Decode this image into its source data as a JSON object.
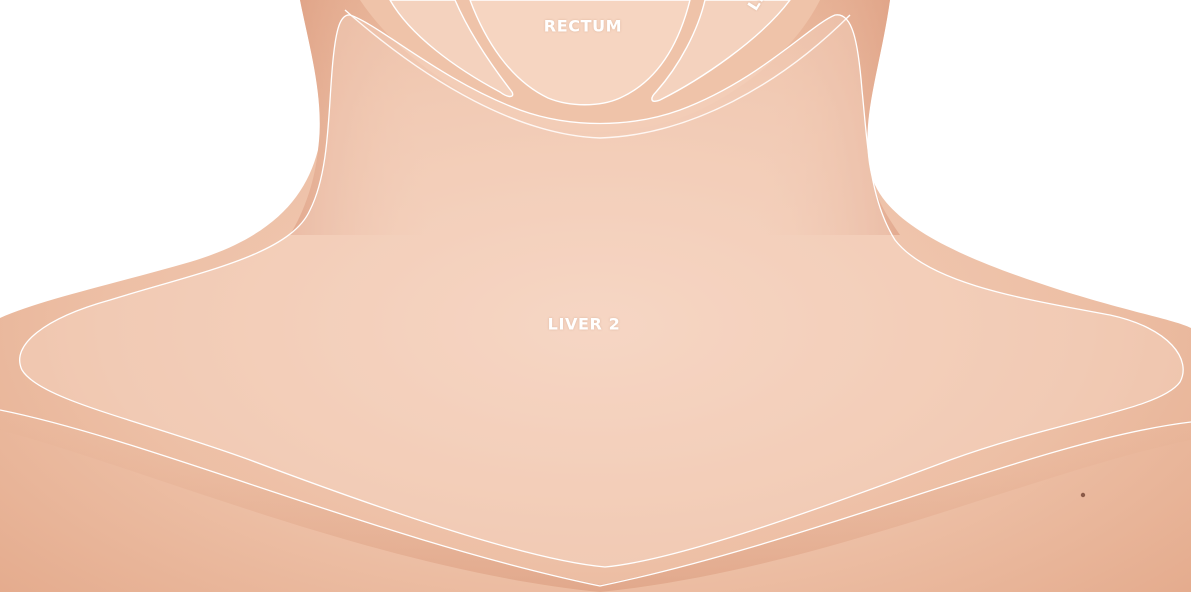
{
  "zones": {
    "rectum_label": "RECTUM",
    "liver_2_label": "LIVER 2",
    "left_fragment_label": "",
    "right_fragment_label": "LI"
  },
  "colors": {
    "skin_light": "#f3cdb8",
    "skin_mid": "#e8b295",
    "skin_shadow": "#cf8f6f",
    "zone_fill": "#fbe2d3",
    "outline": "#ffffff"
  }
}
